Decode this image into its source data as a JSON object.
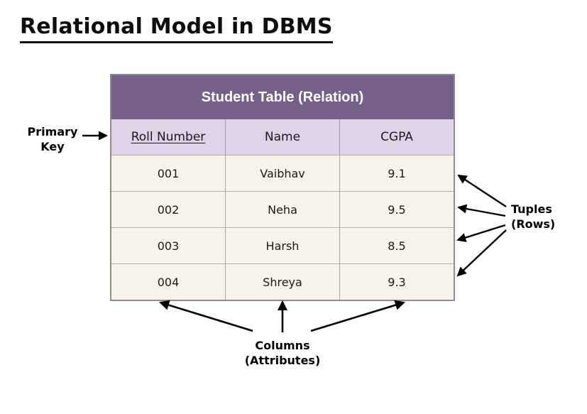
{
  "page": {
    "title": "Relational Model in DBMS"
  },
  "table": {
    "title": "Student Table (Relation)",
    "columns": [
      "Roll Number",
      "Name",
      "CGPA"
    ],
    "rows": [
      [
        "001",
        "Vaibhav",
        "9.1"
      ],
      [
        "002",
        "Neha",
        "9.5"
      ],
      [
        "003",
        "Harsh",
        "8.5"
      ],
      [
        "004",
        "Shreya",
        "9.3"
      ]
    ]
  },
  "annotations": {
    "primary_key": {
      "lines": [
        "Primary",
        "Key"
      ]
    },
    "tuples": {
      "lines": [
        "Tuples",
        "(Rows)"
      ]
    },
    "columns": {
      "lines": [
        "Columns",
        "(Attributes)"
      ]
    }
  },
  "colors": {
    "table_header_bg": "#746089",
    "table_header_text": "#FFFFFF",
    "column_header_bg": "#DFD2E9",
    "row_bg": "#F7F3E8",
    "table_border": "#8C8C8C",
    "arrow": "#000000",
    "title_text": "#0D0D0D"
  }
}
